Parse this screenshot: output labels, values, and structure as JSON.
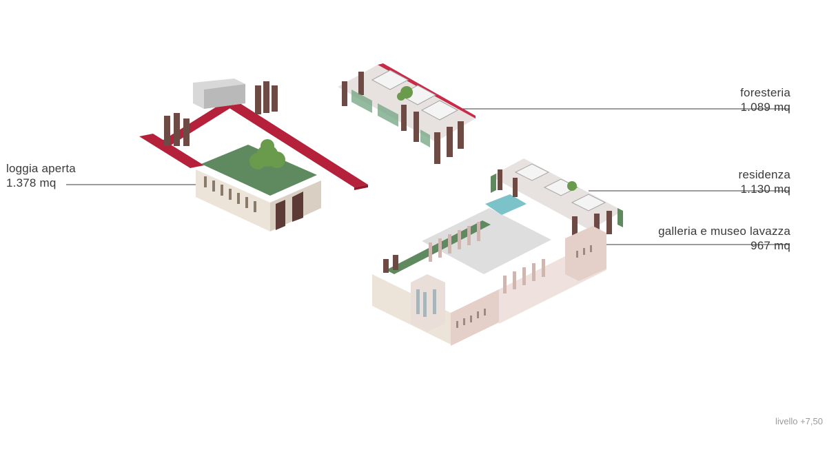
{
  "labels": {
    "loggia": {
      "name": "loggia aperta",
      "area": "1.378 mq"
    },
    "foresteria": {
      "name": "foresteria",
      "area": "1.089 mq"
    },
    "residenza": {
      "name": "residenza",
      "area": "1.130 mq"
    },
    "galleria": {
      "name": "galleria e museo lavazza",
      "area": "967 mq"
    }
  },
  "level": "livello +7,50",
  "colors": {
    "walkway": "#b5213a",
    "green_roof": "#5f8a60",
    "brick_wall": "#6d4a43",
    "facade_light": "#ece4d8",
    "facade_pink": "#e4cfc9",
    "glass": "#7bc3c9",
    "leader_line": "#3a3a3a"
  }
}
